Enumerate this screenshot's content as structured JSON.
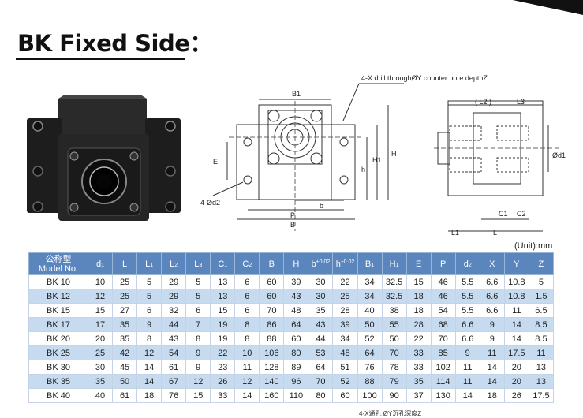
{
  "page": {
    "title": "BK Fixed Side：",
    "unit_label": "(Unit):mm",
    "bottom_text": "4-X通孔 ØY沉孔深度Z"
  },
  "drawing": {
    "callout": "4-X drill throughØY counter bore depthZ",
    "labels": {
      "B1": "B1",
      "E": "E",
      "h": "h",
      "H1": "H1",
      "H": "H",
      "b": "b",
      "P": "P",
      "B": "B",
      "d2": "4-Ød2",
      "L2": "( L2 )",
      "L3": "L3",
      "d1": "Ød1",
      "C1": "C1",
      "C2": "C2",
      "L1": "L1",
      "L": "L"
    }
  },
  "table": {
    "model_header_cn": "公称型",
    "model_header_en": "Model No.",
    "headers": [
      {
        "main": "d",
        "sub": "1"
      },
      {
        "main": "L",
        "sub": ""
      },
      {
        "main": "L",
        "sub": "1"
      },
      {
        "main": "L",
        "sub": "2"
      },
      {
        "main": "L",
        "sub": "3"
      },
      {
        "main": "C",
        "sub": "1"
      },
      {
        "main": "C",
        "sub": "2"
      },
      {
        "main": "B",
        "sub": ""
      },
      {
        "main": "H",
        "sub": ""
      },
      {
        "main": "b",
        "sup": "±0.02"
      },
      {
        "main": "h",
        "sup": "±0.02"
      },
      {
        "main": "B",
        "sub": "1"
      },
      {
        "main": "H",
        "sub": "1"
      },
      {
        "main": "E",
        "sub": ""
      },
      {
        "main": "P",
        "sub": ""
      },
      {
        "main": "d",
        "sub": "2"
      },
      {
        "main": "X",
        "sub": ""
      },
      {
        "main": "Y",
        "sub": ""
      },
      {
        "main": "Z",
        "sub": ""
      }
    ],
    "rows": [
      [
        "BK 10",
        "10",
        "25",
        "5",
        "29",
        "5",
        "13",
        "6",
        "60",
        "39",
        "30",
        "22",
        "34",
        "32.5",
        "15",
        "46",
        "5.5",
        "6.6",
        "10.8",
        "5"
      ],
      [
        "BK 12",
        "12",
        "25",
        "5",
        "29",
        "5",
        "13",
        "6",
        "60",
        "43",
        "30",
        "25",
        "34",
        "32.5",
        "18",
        "46",
        "5.5",
        "6.6",
        "10.8",
        "1.5"
      ],
      [
        "BK 15",
        "15",
        "27",
        "6",
        "32",
        "6",
        "15",
        "6",
        "70",
        "48",
        "35",
        "28",
        "40",
        "38",
        "18",
        "54",
        "5.5",
        "6.6",
        "11",
        "6.5"
      ],
      [
        "BK 17",
        "17",
        "35",
        "9",
        "44",
        "7",
        "19",
        "8",
        "86",
        "64",
        "43",
        "39",
        "50",
        "55",
        "28",
        "68",
        "6.6",
        "9",
        "14",
        "8.5"
      ],
      [
        "BK 20",
        "20",
        "35",
        "8",
        "43",
        "8",
        "19",
        "8",
        "88",
        "60",
        "44",
        "34",
        "52",
        "50",
        "22",
        "70",
        "6.6",
        "9",
        "14",
        "8.5"
      ],
      [
        "BK 25",
        "25",
        "42",
        "12",
        "54",
        "9",
        "22",
        "10",
        "106",
        "80",
        "53",
        "48",
        "64",
        "70",
        "33",
        "85",
        "9",
        "11",
        "17.5",
        "11"
      ],
      [
        "BK 30",
        "30",
        "45",
        "14",
        "61",
        "9",
        "23",
        "11",
        "128",
        "89",
        "64",
        "51",
        "76",
        "78",
        "33",
        "102",
        "11",
        "14",
        "20",
        "13"
      ],
      [
        "BK 35",
        "35",
        "50",
        "14",
        "67",
        "12",
        "26",
        "12",
        "140",
        "96",
        "70",
        "52",
        "88",
        "79",
        "35",
        "114",
        "11",
        "14",
        "20",
        "13"
      ],
      [
        "BK 40",
        "40",
        "61",
        "18",
        "76",
        "15",
        "33",
        "14",
        "160",
        "110",
        "80",
        "60",
        "100",
        "90",
        "37",
        "130",
        "14",
        "18",
        "26",
        "17.5"
      ]
    ]
  }
}
